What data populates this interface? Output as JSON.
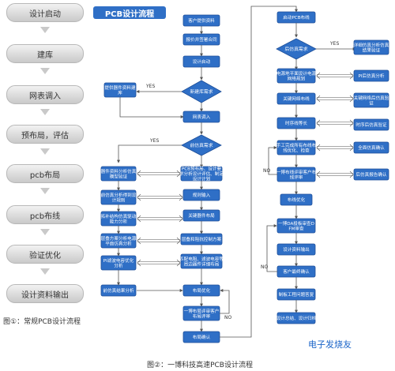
{
  "left_flow": {
    "steps": [
      "设计启动",
      "建库",
      "网表调入",
      "预布局，评估",
      "pcb布局",
      "pcb布线",
      "验证优化",
      "设计资料输出"
    ],
    "caption": "图①：常规PCB设计流程"
  },
  "right_flow": {
    "title": "PCB设计流程",
    "caption": "图②：一博科技高速PCB设计流程",
    "boxes": [
      "客户提供资料",
      "报价并签署合同",
      "设计启动",
      "网表调入",
      "提供器件资料建库",
      "PCB预布局、设计要求分析设计评估、制定设计计划",
      "规则输入",
      "关键器件布局",
      "层叠和阻抗控制方案",
      "匹配电阻、滤波电容等周边器件详细布局",
      "布局优化",
      "一博布局评审客户布局评审",
      "布局确认",
      "器件资料分析仿真模型验证",
      "前仿真分析得到设计规则",
      "拓补结构仿真驱动能力分析",
      "层叠方案分析电源平面仿真分析",
      "PI滤波电容优化分析",
      "前仿真结果分析",
      "启动PCB布线",
      "电源地平面设计电源网络规划",
      "关键网络布线",
      "时序线等长",
      "手工完成所有布线布线优化、检查",
      "一博布线评审客户布线评审",
      "布线优化",
      "一博DA投板审查DFM审查",
      "设计资料输出",
      "客户最终确认",
      "制板工程问题答复",
      "设计总结、设计归档",
      "详细仿真分析仿真结果验证",
      "PI后仿真分析",
      "关键网络后仿真验证",
      "时序后仿真验证",
      "全面仿真确认",
      "后仿真报告确认"
    ],
    "decisions": [
      "新建库需求",
      "前仿真需求",
      "后仿真需求"
    ],
    "labels": {
      "yes": "YES",
      "no": "NO"
    }
  },
  "watermark": "电子发烧友",
  "colors": {
    "box_fill": "#2f6fc6",
    "box_stroke": "#1e4f99",
    "diamond_fill": "#2f6fc6",
    "line": "#555555",
    "step_fill": "#d9d9d9"
  }
}
